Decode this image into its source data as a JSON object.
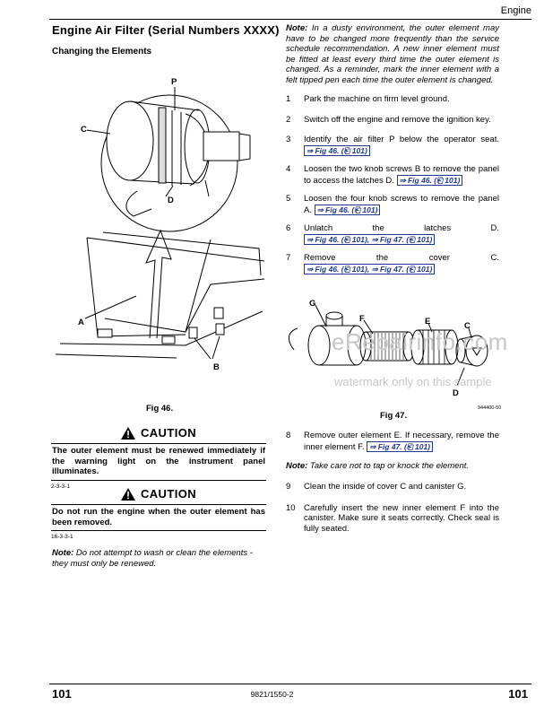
{
  "header": {
    "section": "Engine"
  },
  "title": "Engine Air Filter (Serial Numbers XXXX)",
  "subtitle": "Changing the Elements",
  "fig46": {
    "caption": "Fig 46.",
    "labels": {
      "P": "P",
      "C": "C",
      "D": "D",
      "A": "A",
      "B": "B"
    }
  },
  "caution1": {
    "heading": "CAUTION",
    "text": "The outer element must be renewed immediately if the warning light on the instrument panel illuminates.",
    "code": "2-3-3-1"
  },
  "caution2": {
    "heading": "CAUTION",
    "text": "Do not run the engine when the outer element has been removed.",
    "code": "16-3-3-1"
  },
  "note_left": {
    "label": "Note:",
    "text": "Do not attempt to wash or clean the elements - they must only be renewed."
  },
  "note_top": {
    "label": "Note:",
    "text": "In a dusty environment, the outer element may have to be changed more frequently than the service schedule recommendation. A new inner element must be fitted at least every third time the outer element is changed. As a reminder, mark the inner element with a felt tipped pen each time the outer element is changed."
  },
  "steps_a": [
    {
      "num": "1",
      "text": "Park the machine on firm level ground.",
      "ref": ""
    },
    {
      "num": "2",
      "text": "Switch off the engine and remove the ignition key.",
      "ref": ""
    },
    {
      "num": "3",
      "text": "Identify the air filter P below the operator seat.",
      "ref": "⇒ Fig 46. (⎗ 101)"
    },
    {
      "num": "4",
      "text": "Loosen the two knob screws B to remove the panel to access the latches D.",
      "ref": "⇒ Fig 46. (⎗ 101)"
    },
    {
      "num": "5",
      "text": "Loosen the four knob screws to remove the panel A.",
      "ref": "⇒ Fig 46. (⎗ 101)"
    },
    {
      "num": "6",
      "text": "Unlatch the latches D.",
      "ref": "⇒ Fig 46. (⎗ 101), ⇒ Fig 47. (⎗ 101)"
    },
    {
      "num": "7",
      "text": "Remove the cover C.",
      "ref": "⇒ Fig 46. (⎗ 101), ⇒ Fig 47. (⎗ 101)"
    }
  ],
  "fig47": {
    "caption": "Fig 47.",
    "labels": {
      "G": "G",
      "F": "F",
      "E": "E",
      "C": "C",
      "D": "D"
    },
    "code": "944400-50"
  },
  "steps_b": [
    {
      "num": "8",
      "text": "Remove outer element E. If necessary, remove the inner element F.",
      "ref": "⇒ Fig 47. (⎗ 101)"
    }
  ],
  "note_mid": {
    "label": "Note:",
    "text": "Take care not to tap or knock the element."
  },
  "steps_c": [
    {
      "num": "9",
      "text": "Clean the inside of cover C and canister G.",
      "ref": ""
    },
    {
      "num": "10",
      "text": "Carefully insert the new inner element F into the canister. Make sure it seats correctly. Check seal is fully seated.",
      "ref": ""
    }
  ],
  "watermark": {
    "line1": "eRepairinfo.com",
    "line2": "watermark only on this sample"
  },
  "footer": {
    "page_left": "101",
    "doc_number": "9821/1550-2",
    "page_right": "101"
  },
  "colors": {
    "link": "#1f3a8a",
    "watermark": "#c7c7c7"
  }
}
